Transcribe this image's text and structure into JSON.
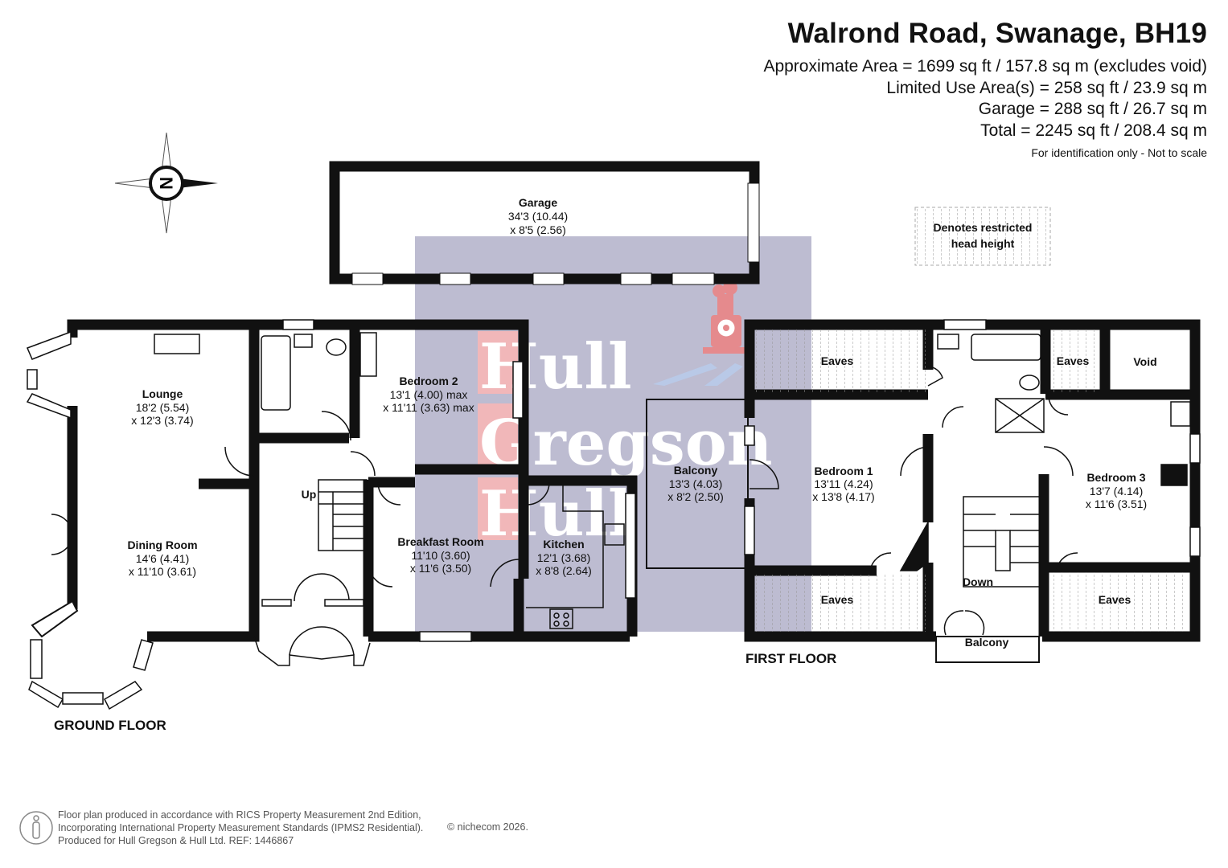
{
  "header": {
    "title": "Walrond Road, Swanage, BH19",
    "area_lines": [
      "Approximate Area = 1699 sq ft / 157.8 sq m (excludes void)",
      "Limited Use Area(s) = 258 sq ft / 23.9 sq m",
      "Garage = 288 sq ft / 26.7 sq m",
      "Total = 2245 sq ft / 208.4 sq m"
    ],
    "note": "For identification only - Not to scale"
  },
  "compass": {
    "letter": "N"
  },
  "legend": {
    "line1": "Denotes restricted",
    "line2": "head height"
  },
  "watermark": {
    "line1": "Hull",
    "line2": "Gregson",
    "line3": "Hull"
  },
  "floors": {
    "ground": "GROUND FLOOR",
    "first": "FIRST FLOOR"
  },
  "rooms": {
    "garage": {
      "name": "Garage",
      "dim1": "34'3 (10.44)",
      "dim2": "x 8'5 (2.56)"
    },
    "lounge": {
      "name": "Lounge",
      "dim1": "18'2 (5.54)",
      "dim2": "x 12'3 (3.74)"
    },
    "dining": {
      "name": "Dining Room",
      "dim1": "14'6 (4.41)",
      "dim2": "x 11'10 (3.61)"
    },
    "bedroom2": {
      "name": "Bedroom 2",
      "dim1": "13'1 (4.00) max",
      "dim2": "x 11'11 (3.63) max"
    },
    "breakfast": {
      "name": "Breakfast Room",
      "dim1": "11'10 (3.60)",
      "dim2": "x 11'6 (3.50)"
    },
    "kitchen": {
      "name": "Kitchen",
      "dim1": "12'1 (3.68)",
      "dim2": "x 8'8 (2.64)"
    },
    "balcony_main": {
      "name": "Balcony",
      "dim1": "13'3 (4.03)",
      "dim2": "x 8'2 (2.50)"
    },
    "bedroom1": {
      "name": "Bedroom 1",
      "dim1": "13'11 (4.24)",
      "dim2": "x 13'8 (4.17)"
    },
    "bedroom3": {
      "name": "Bedroom 3",
      "dim1": "13'7 (4.14)",
      "dim2": "x 11'6 (3.51)"
    },
    "eaves_tl": {
      "name": "Eaves"
    },
    "eaves_tr": {
      "name": "Eaves"
    },
    "eaves_bl": {
      "name": "Eaves"
    },
    "eaves_br": {
      "name": "Eaves"
    },
    "void": {
      "name": "Void"
    },
    "balcony_small": {
      "name": "Balcony"
    }
  },
  "stairs": {
    "up": "Up",
    "down": "Down"
  },
  "footer": {
    "line1": "Floor plan produced in accordance with RICS Property Measurement 2nd Edition,",
    "line2": "Incorporating International Property Measurement Standards (IPMS2 Residential).",
    "line3": "Produced for Hull Gregson & Hull Ltd.   REF: 1446867",
    "copyright": "© nichecom 2026."
  }
}
